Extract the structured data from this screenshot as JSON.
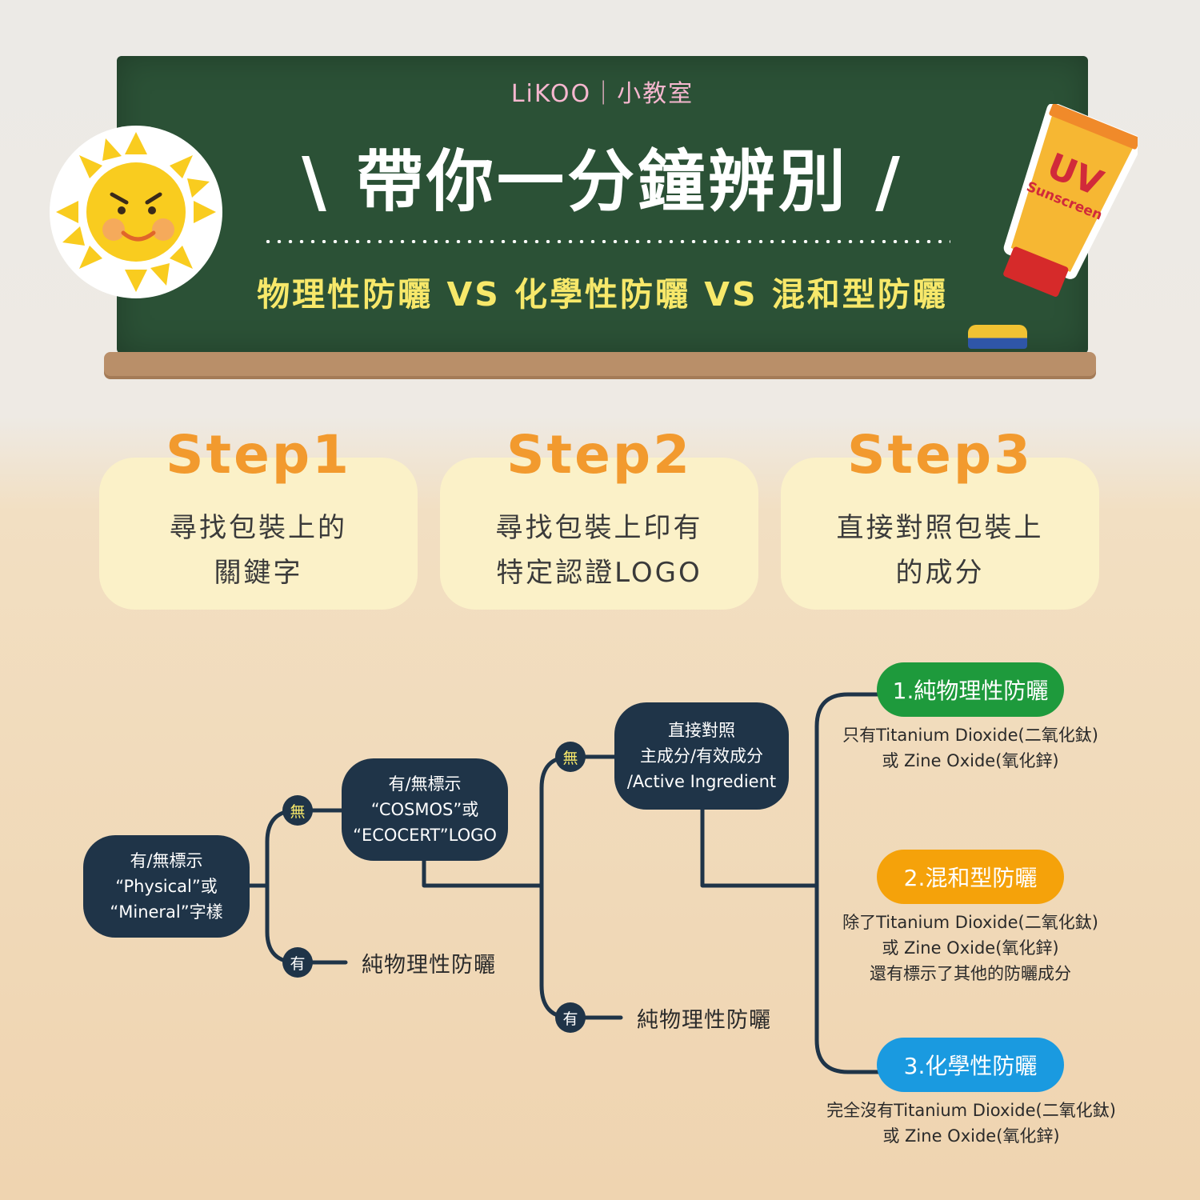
{
  "header": {
    "brand": "LiKOO｜小教室",
    "headline": "\\ 帶你一分鐘辨別 /",
    "subline": "物理性防曬 VS 化學性防曬 VS 混和型防曬",
    "tube_label_big": "UV",
    "tube_label_small": "Sunscreen"
  },
  "steps": [
    {
      "title": "Step1",
      "line1": "尋找包裝上的",
      "line2": "關鍵字"
    },
    {
      "title": "Step2",
      "line1": "尋找包裝上印有",
      "line2": "特定認證LOGO"
    },
    {
      "title": "Step3",
      "line1": "直接對照包裝上",
      "line2": "的成分"
    }
  ],
  "tree": {
    "q1": {
      "line1": "有/無標示",
      "line2": "“Physical”或",
      "line3": "“Mineral”字樣"
    },
    "q2": {
      "line1": "有/無標示",
      "line2": "“COSMOS”或",
      "line3": "“ECOCERT”LOGO"
    },
    "q3": {
      "line1": "直接對照",
      "line2": "主成分/有效成分",
      "line3": "/Active Ingredient"
    },
    "no_label": "無",
    "yes_label": "有",
    "leaf1": "純物理性防曬",
    "leaf2": "純物理性防曬",
    "results": [
      {
        "label": "1.純物理性防曬",
        "color": "#1e9a3c",
        "lines": [
          "只有Titanium Dioxide(二氧化鈦)",
          "或 Zine Oxide(氧化鋅)"
        ]
      },
      {
        "label": "2.混和型防曬",
        "color": "#f5a20a",
        "lines": [
          "除了Titanium Dioxide(二氧化鈦)",
          "或 Zine Oxide(氧化鋅)",
          "還有標示了其他的防曬成分"
        ]
      },
      {
        "label": "3.化學性防曬",
        "color": "#1a9ae0",
        "lines": [
          "完全沒有Titanium Dioxide(二氧化鈦)",
          "或 Zine Oxide(氧化鋅)"
        ]
      }
    ]
  },
  "colors": {
    "board": "#2b5136",
    "node": "#1f3448",
    "step_orange": "#f29a2e",
    "card": "#fbf1c8"
  }
}
